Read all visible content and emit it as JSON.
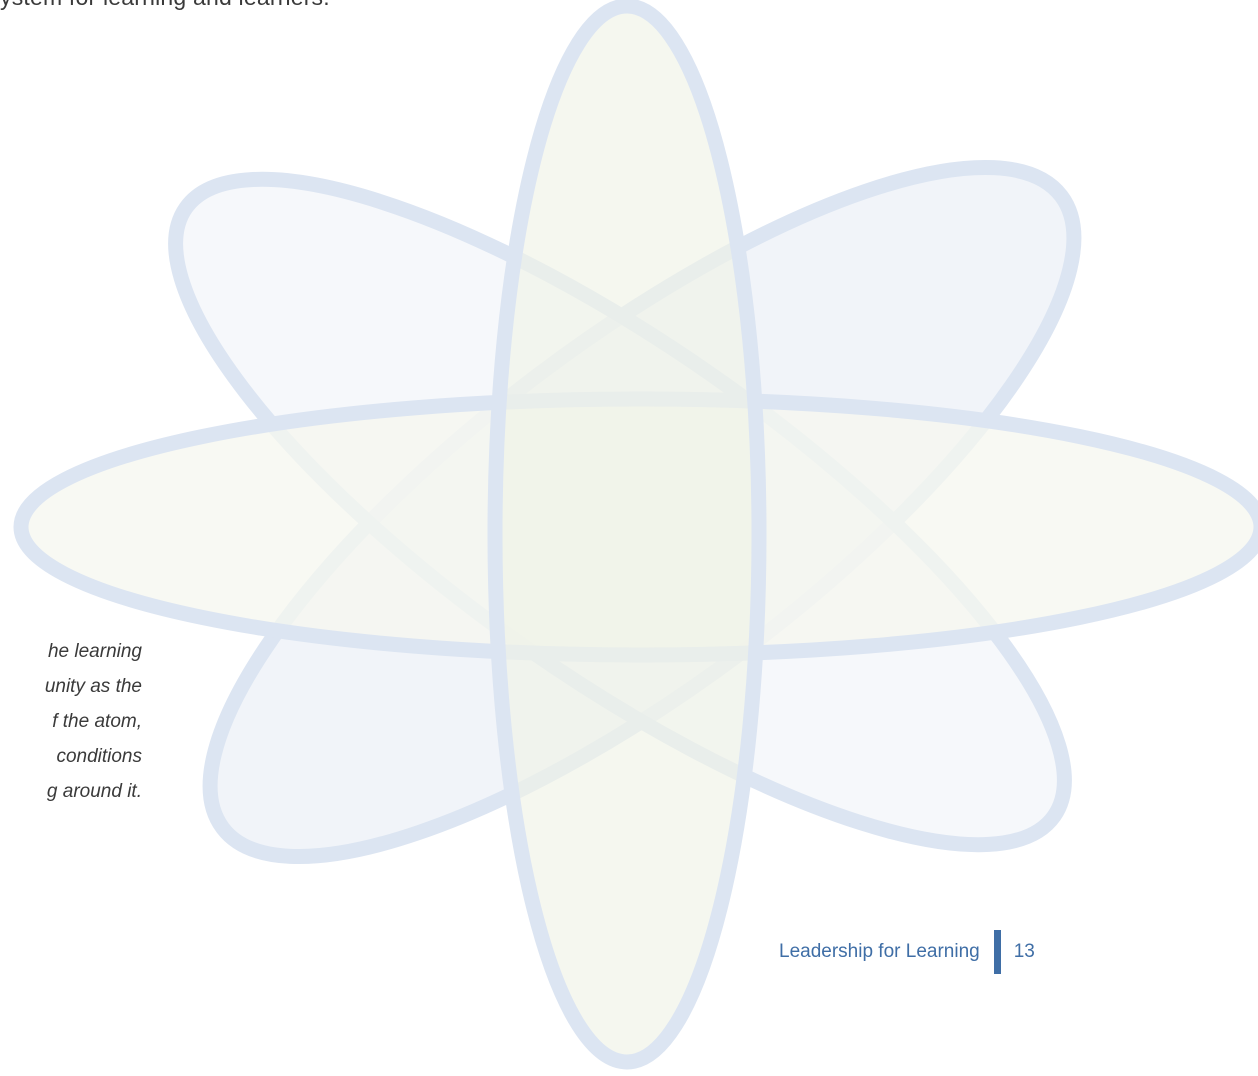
{
  "top_fragment": "ystem for learning and learners.",
  "quote_lines": [
    "he learning",
    "unity as the",
    "f the atom,",
    "conditions",
    "g around it."
  ],
  "footer": {
    "title": "Leadership for Learning",
    "page_number": "13"
  },
  "colors": {
    "orbit_stroke": "#dce5f2",
    "vertical_fill": "#f2f5ec",
    "horizontal_fill": "#f5f7ef",
    "diagonal_fill": "#eef2f8",
    "footer_accent": "#3f6ea6",
    "text": "#3a3a3a"
  }
}
